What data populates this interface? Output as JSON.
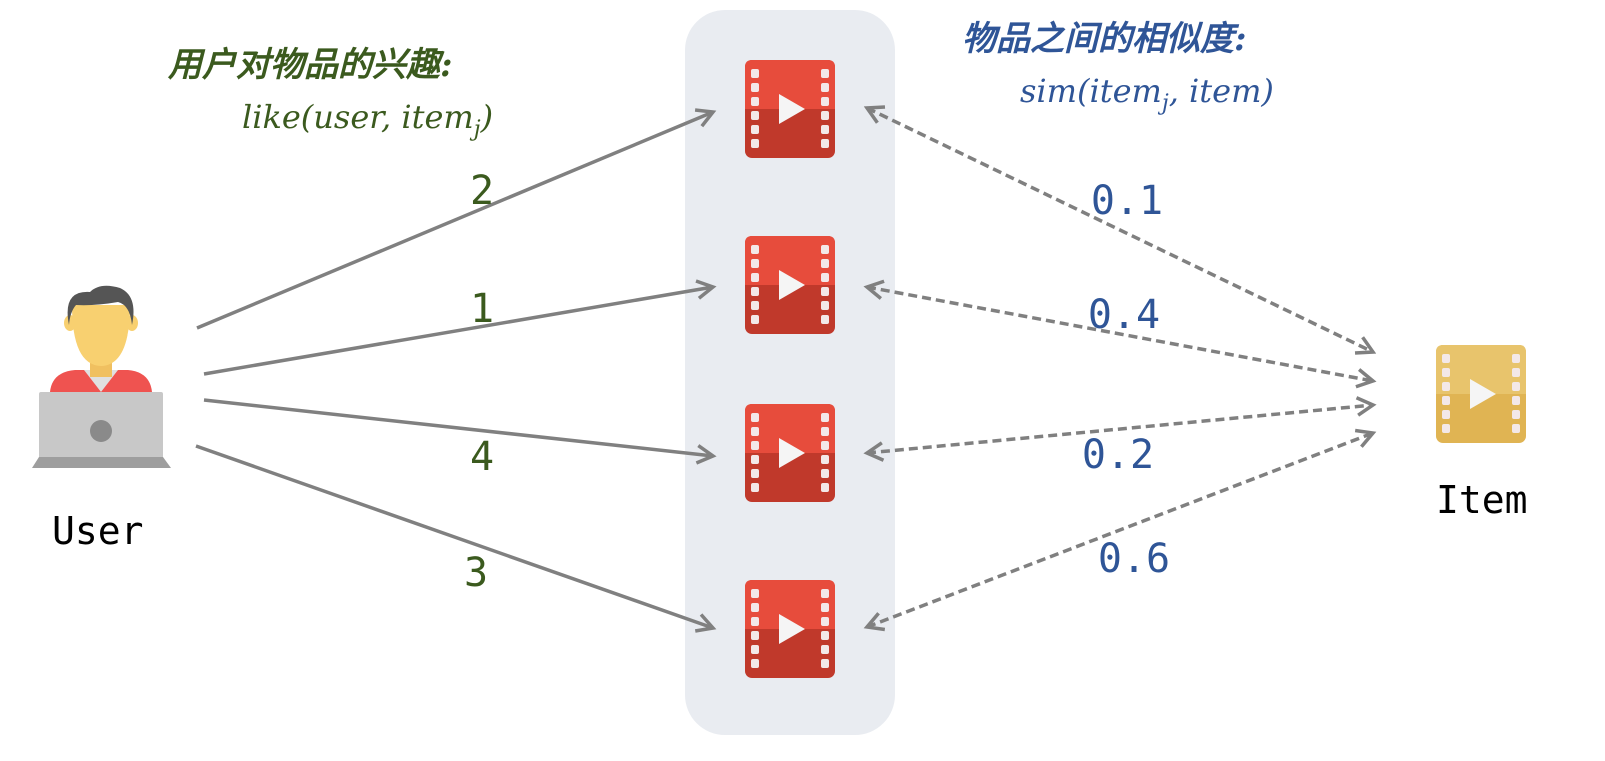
{
  "left_title": "用户对物品的兴趣:",
  "left_formula": {
    "main": "like(user, item",
    "sub": "j",
    "close": ")"
  },
  "right_title": "物品之间的相似度:",
  "right_formula": {
    "main": "sim(item",
    "sub": "j",
    "close": ", item)"
  },
  "user_label": "User",
  "item_label": "Item",
  "interest_weights": [
    "2",
    "1",
    "4",
    "3"
  ],
  "similarities": [
    "0.1",
    "0.4",
    "0.2",
    "0.6"
  ],
  "colors": {
    "green_text": "#3b5a1e",
    "blue_text": "#2f5597",
    "arrow": "#808080",
    "panel": "#e9ecf1",
    "video_top": "#e74c3c",
    "video_bottom": "#c0392b",
    "item_top": "#e8c46c",
    "item_bottom": "#e0b453"
  }
}
